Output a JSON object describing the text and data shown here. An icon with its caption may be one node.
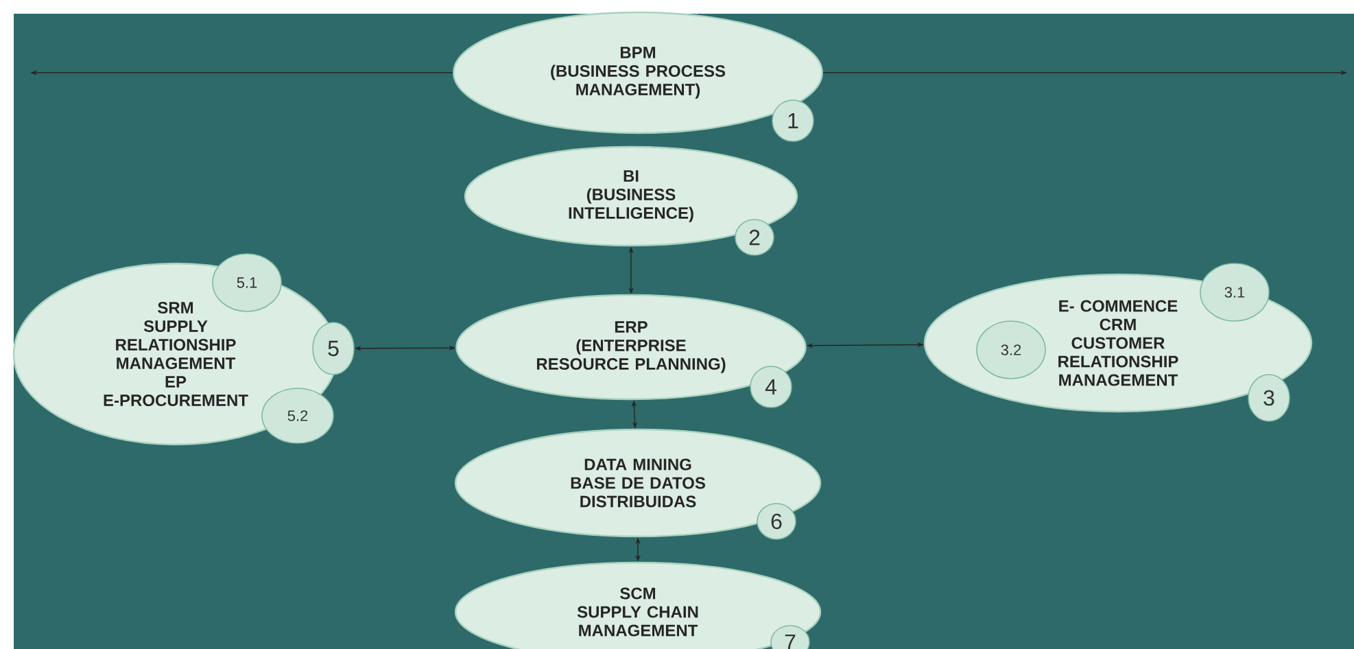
{
  "diagram": {
    "nodes": [
      {
        "text": [
          "BPM",
          "(BUSINESS PROCESS MANAGEMENT)"
        ]
      },
      {
        "text": [
          "1"
        ]
      },
      {
        "text": [
          "BI",
          "(BUSINESS INTELLIGENCE)"
        ]
      },
      {
        "text": [
          "2"
        ]
      },
      {
        "text": [
          "SRM",
          "SUPPLY RELATIONSHIP MANAGEMENT",
          "EP",
          "E-PROCUREMENT"
        ]
      },
      {
        "text": [
          "5.1"
        ]
      },
      {
        "text": [
          "5"
        ]
      },
      {
        "text": [
          "5.2"
        ]
      },
      {
        "text": [
          "ERP",
          "(ENTERPRISE RESOURCE PLANNING)"
        ]
      },
      {
        "text": [
          "4"
        ]
      },
      {
        "text": [
          "E- COMMENCE",
          "CRM",
          "CUSTOMER RELATIONSHIP MANAGEMENT"
        ]
      },
      {
        "text": [
          "3.1"
        ]
      },
      {
        "text": [
          "3.2"
        ],
        "in": 10
      },
      {
        "text": [
          "3"
        ]
      },
      {
        "text": [
          "DATA MINING",
          "BASE DE DATOS DISTRIBUIDAS"
        ]
      },
      {
        "text": [
          "6"
        ]
      },
      {
        "text": [
          "SCM",
          "SUPPLY CHAIN MANAGEMENT"
        ]
      },
      {
        "text": [
          "7"
        ]
      }
    ],
    "edges": [
      {
        "from": 0,
        "to": null,
        "arrow": "to"
      },
      {
        "from": 0,
        "to": null,
        "arrow": "to"
      },
      {
        "from": 2,
        "to": 8,
        "arrow": "both"
      },
      {
        "from": 6,
        "to": 8,
        "arrow": "both"
      },
      {
        "from": 8,
        "to": 10,
        "arrow": "both"
      },
      {
        "from": 8,
        "to": 14,
        "arrow": "both"
      },
      {
        "from": 14,
        "to": 16,
        "arrow": "both"
      }
    ]
  }
}
